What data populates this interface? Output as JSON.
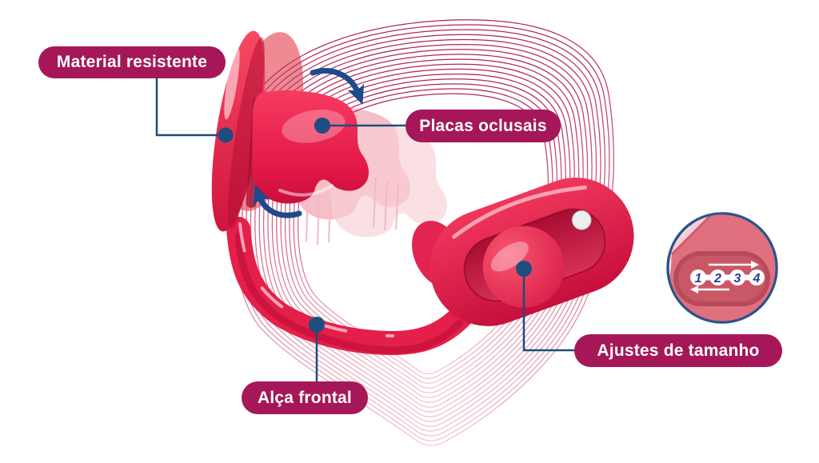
{
  "callouts": {
    "material": {
      "label": "Material resistente"
    },
    "placas": {
      "label": "Placas oclusais"
    },
    "ajustes": {
      "label": "Ajustes de tamanho"
    },
    "alca": {
      "label": "Alça frontal"
    }
  },
  "inset": {
    "numbers": [
      "1",
      "2",
      "3",
      "4"
    ]
  },
  "icons": {
    "rotation_top": "curved-arrow-clockwise",
    "rotation_bottom": "curved-arrow-counterclockwise",
    "inset_top": "arrow-right",
    "inset_bottom": "arrow-left"
  },
  "colors": {
    "pill": "#a51759",
    "navy": "#1d4b7f",
    "device_red": "#ee2d55",
    "device_red_dark": "#c31240",
    "ghost_pink": "#f2a0ad",
    "contour_pink": "#d96f8e",
    "inset_body": "#e0707e",
    "inset_recess": "#b74b5c",
    "number_blue": "#2c3f8f"
  }
}
